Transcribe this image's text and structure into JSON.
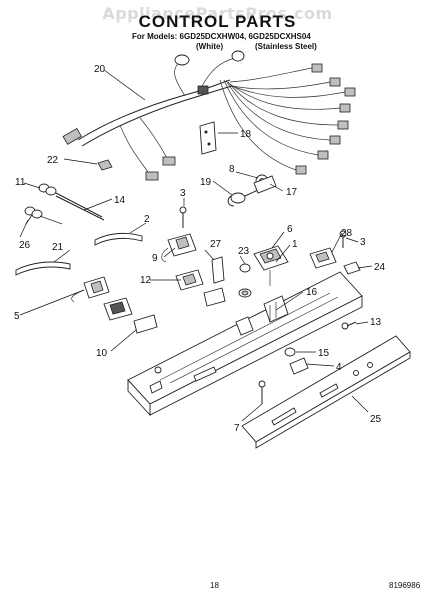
{
  "header": {
    "watermark": "AppliancePartsPros.com",
    "title": "CONTROL PARTS",
    "models_line": "For Models: 6GD25DCXHW04, 6GD25DCXHS04",
    "variant_white": "(White)",
    "variant_stainless": "(Stainless Steel)"
  },
  "parts": {
    "p1": "1",
    "p2": "2",
    "p3a": "3",
    "p3b": "3",
    "p4": "4",
    "p5": "5",
    "p6": "6",
    "p7": "7",
    "p8": "8",
    "p9": "9",
    "p10": "10",
    "p11": "11",
    "p12": "12",
    "p13": "13",
    "p14": "14",
    "p15": "15",
    "p16": "16",
    "p17": "17",
    "p18": "18",
    "p19": "19",
    "p20": "20",
    "p21": "21",
    "p22": "22",
    "p23": "23",
    "p24": "24",
    "p25": "25",
    "p26": "26",
    "p27": "27",
    "p28": "28"
  },
  "footer": {
    "page_number": "18",
    "document_number": "8196986"
  }
}
